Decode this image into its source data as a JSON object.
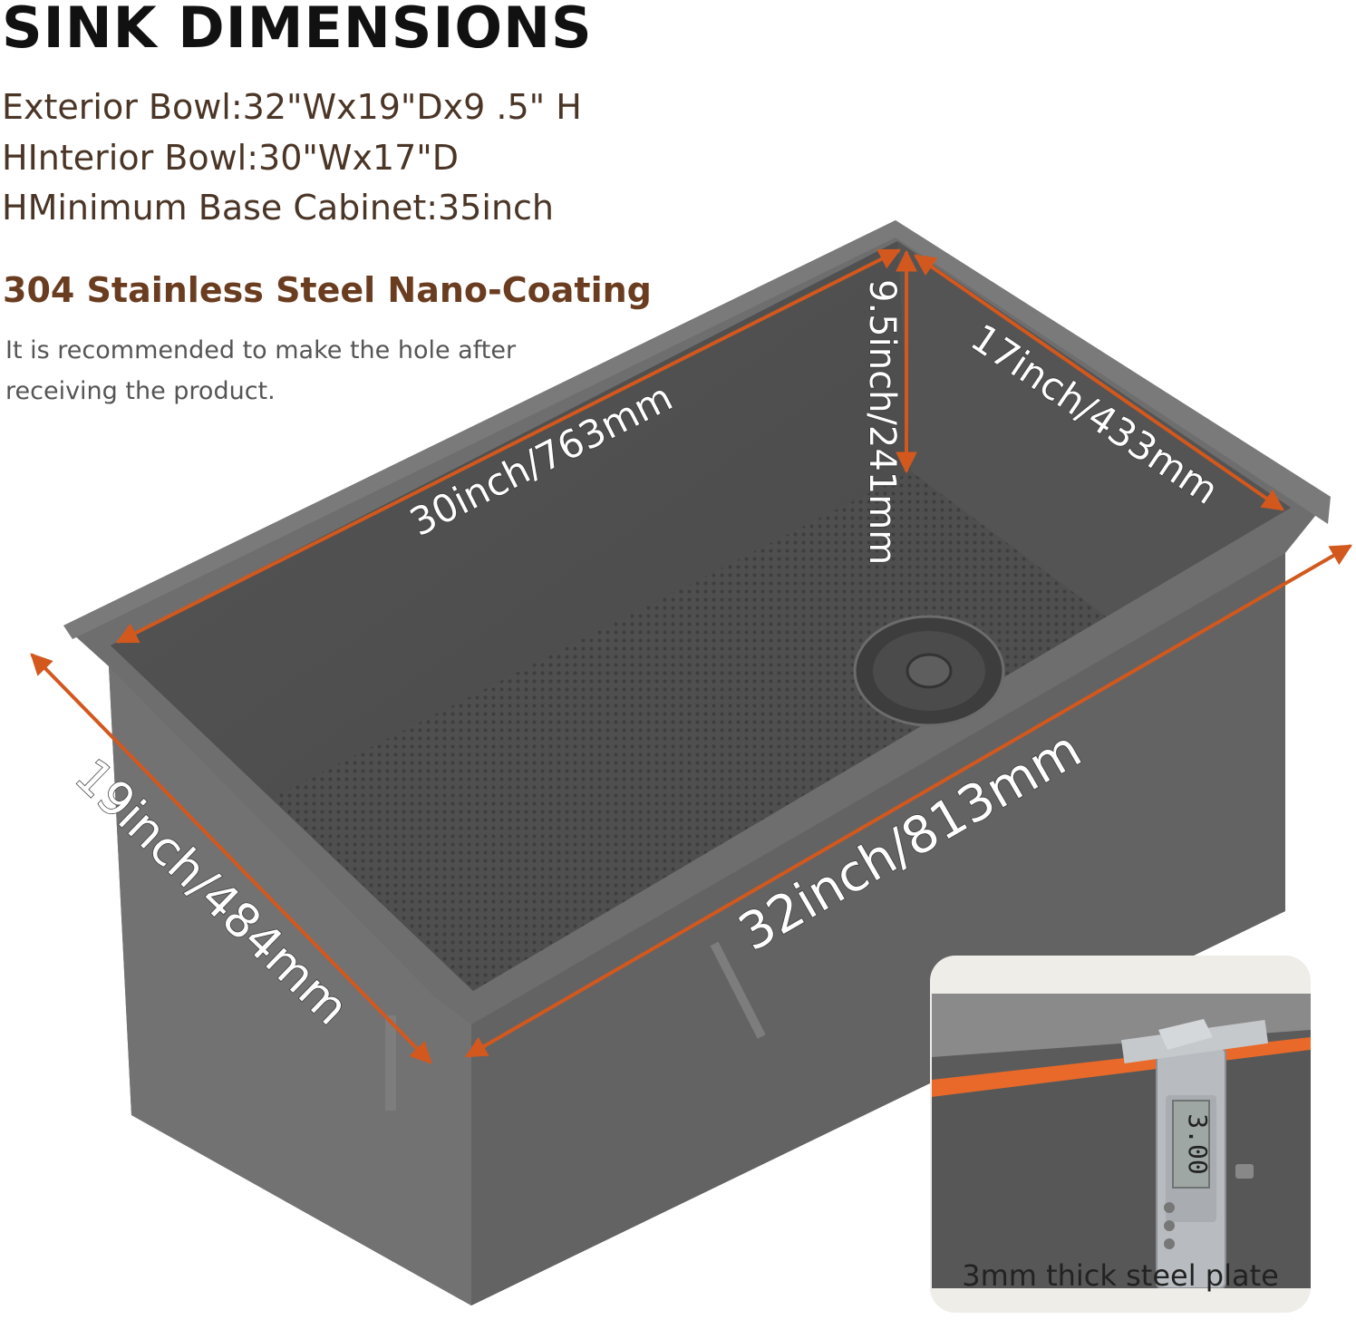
{
  "header": {
    "title": "SINK DIMENSIONS",
    "specs": [
      "Exterior Bowl:32\"Wx19\"Dx9 .5\" H",
      "HInterior Bowl:30\"Wx17\"D",
      "HMinimum Base Cabinet:35inch"
    ],
    "material": "304 Stainless Steel Nano-Coating",
    "note": "It is recommended to make the hole after receiving the product."
  },
  "dimensions": {
    "interior_width": "30inch/763mm",
    "depth_height": "9.5inch/241mm",
    "interior_depth": "17inch/433mm",
    "exterior_depth": "19inch/484mm",
    "exterior_width": "32inch/813mm"
  },
  "inset": {
    "caption": "3mm thick steel plate",
    "gauge_reading": "3.00"
  },
  "colors": {
    "accent_arrow": "#d2581e",
    "sink_body": "#5c5c5c",
    "title_text": "#111111",
    "spec_text": "#4a3526",
    "material_text": "#6b3d20"
  }
}
